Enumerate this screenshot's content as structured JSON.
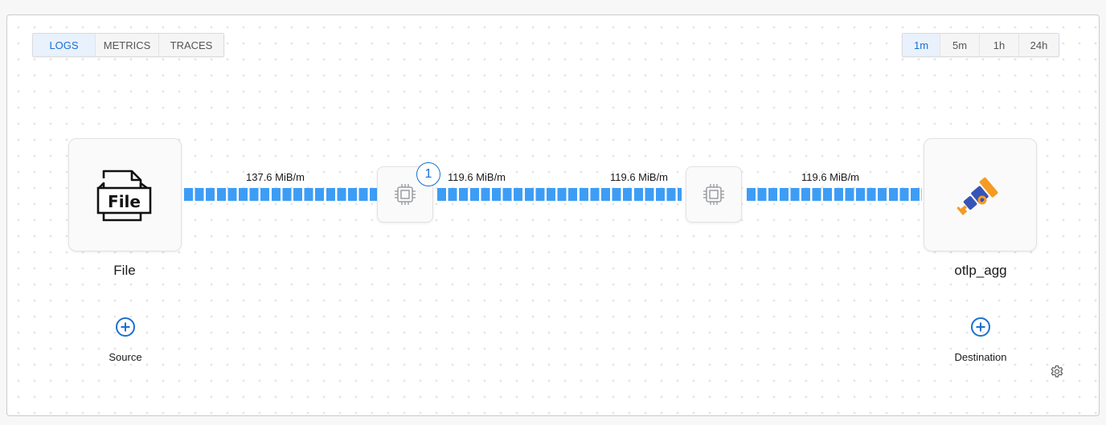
{
  "signal_tabs": [
    {
      "label": "LOGS",
      "active": true
    },
    {
      "label": "METRICS",
      "active": false
    },
    {
      "label": "TRACES",
      "active": false
    }
  ],
  "time_range_tabs": [
    {
      "label": "1m",
      "active": true
    },
    {
      "label": "5m",
      "active": false
    },
    {
      "label": "1h",
      "active": false
    },
    {
      "label": "24h",
      "active": false
    }
  ],
  "pipeline": {
    "source": {
      "name": "File",
      "icon": "file-icon",
      "icon_text": "File"
    },
    "processors": [
      {
        "icon": "cpu-chip-icon",
        "badge": "1"
      },
      {
        "icon": "cpu-chip-icon",
        "badge": null
      }
    ],
    "destination": {
      "name": "otlp_agg",
      "icon": "telescope-icon"
    },
    "flows": [
      {
        "rate": "137.6 MiB/m"
      },
      {
        "rate": "119.6 MiB/m"
      },
      {
        "rate": "119.6 MiB/m"
      },
      {
        "rate": "119.6 MiB/m"
      }
    ],
    "add_source_label": "Source",
    "add_destination_label": "Destination"
  },
  "colors": {
    "accent": "#1a6fd1",
    "flow": "#3d9df5",
    "telescope_orange": "#f59b23",
    "telescope_blue": "#3653b8"
  }
}
